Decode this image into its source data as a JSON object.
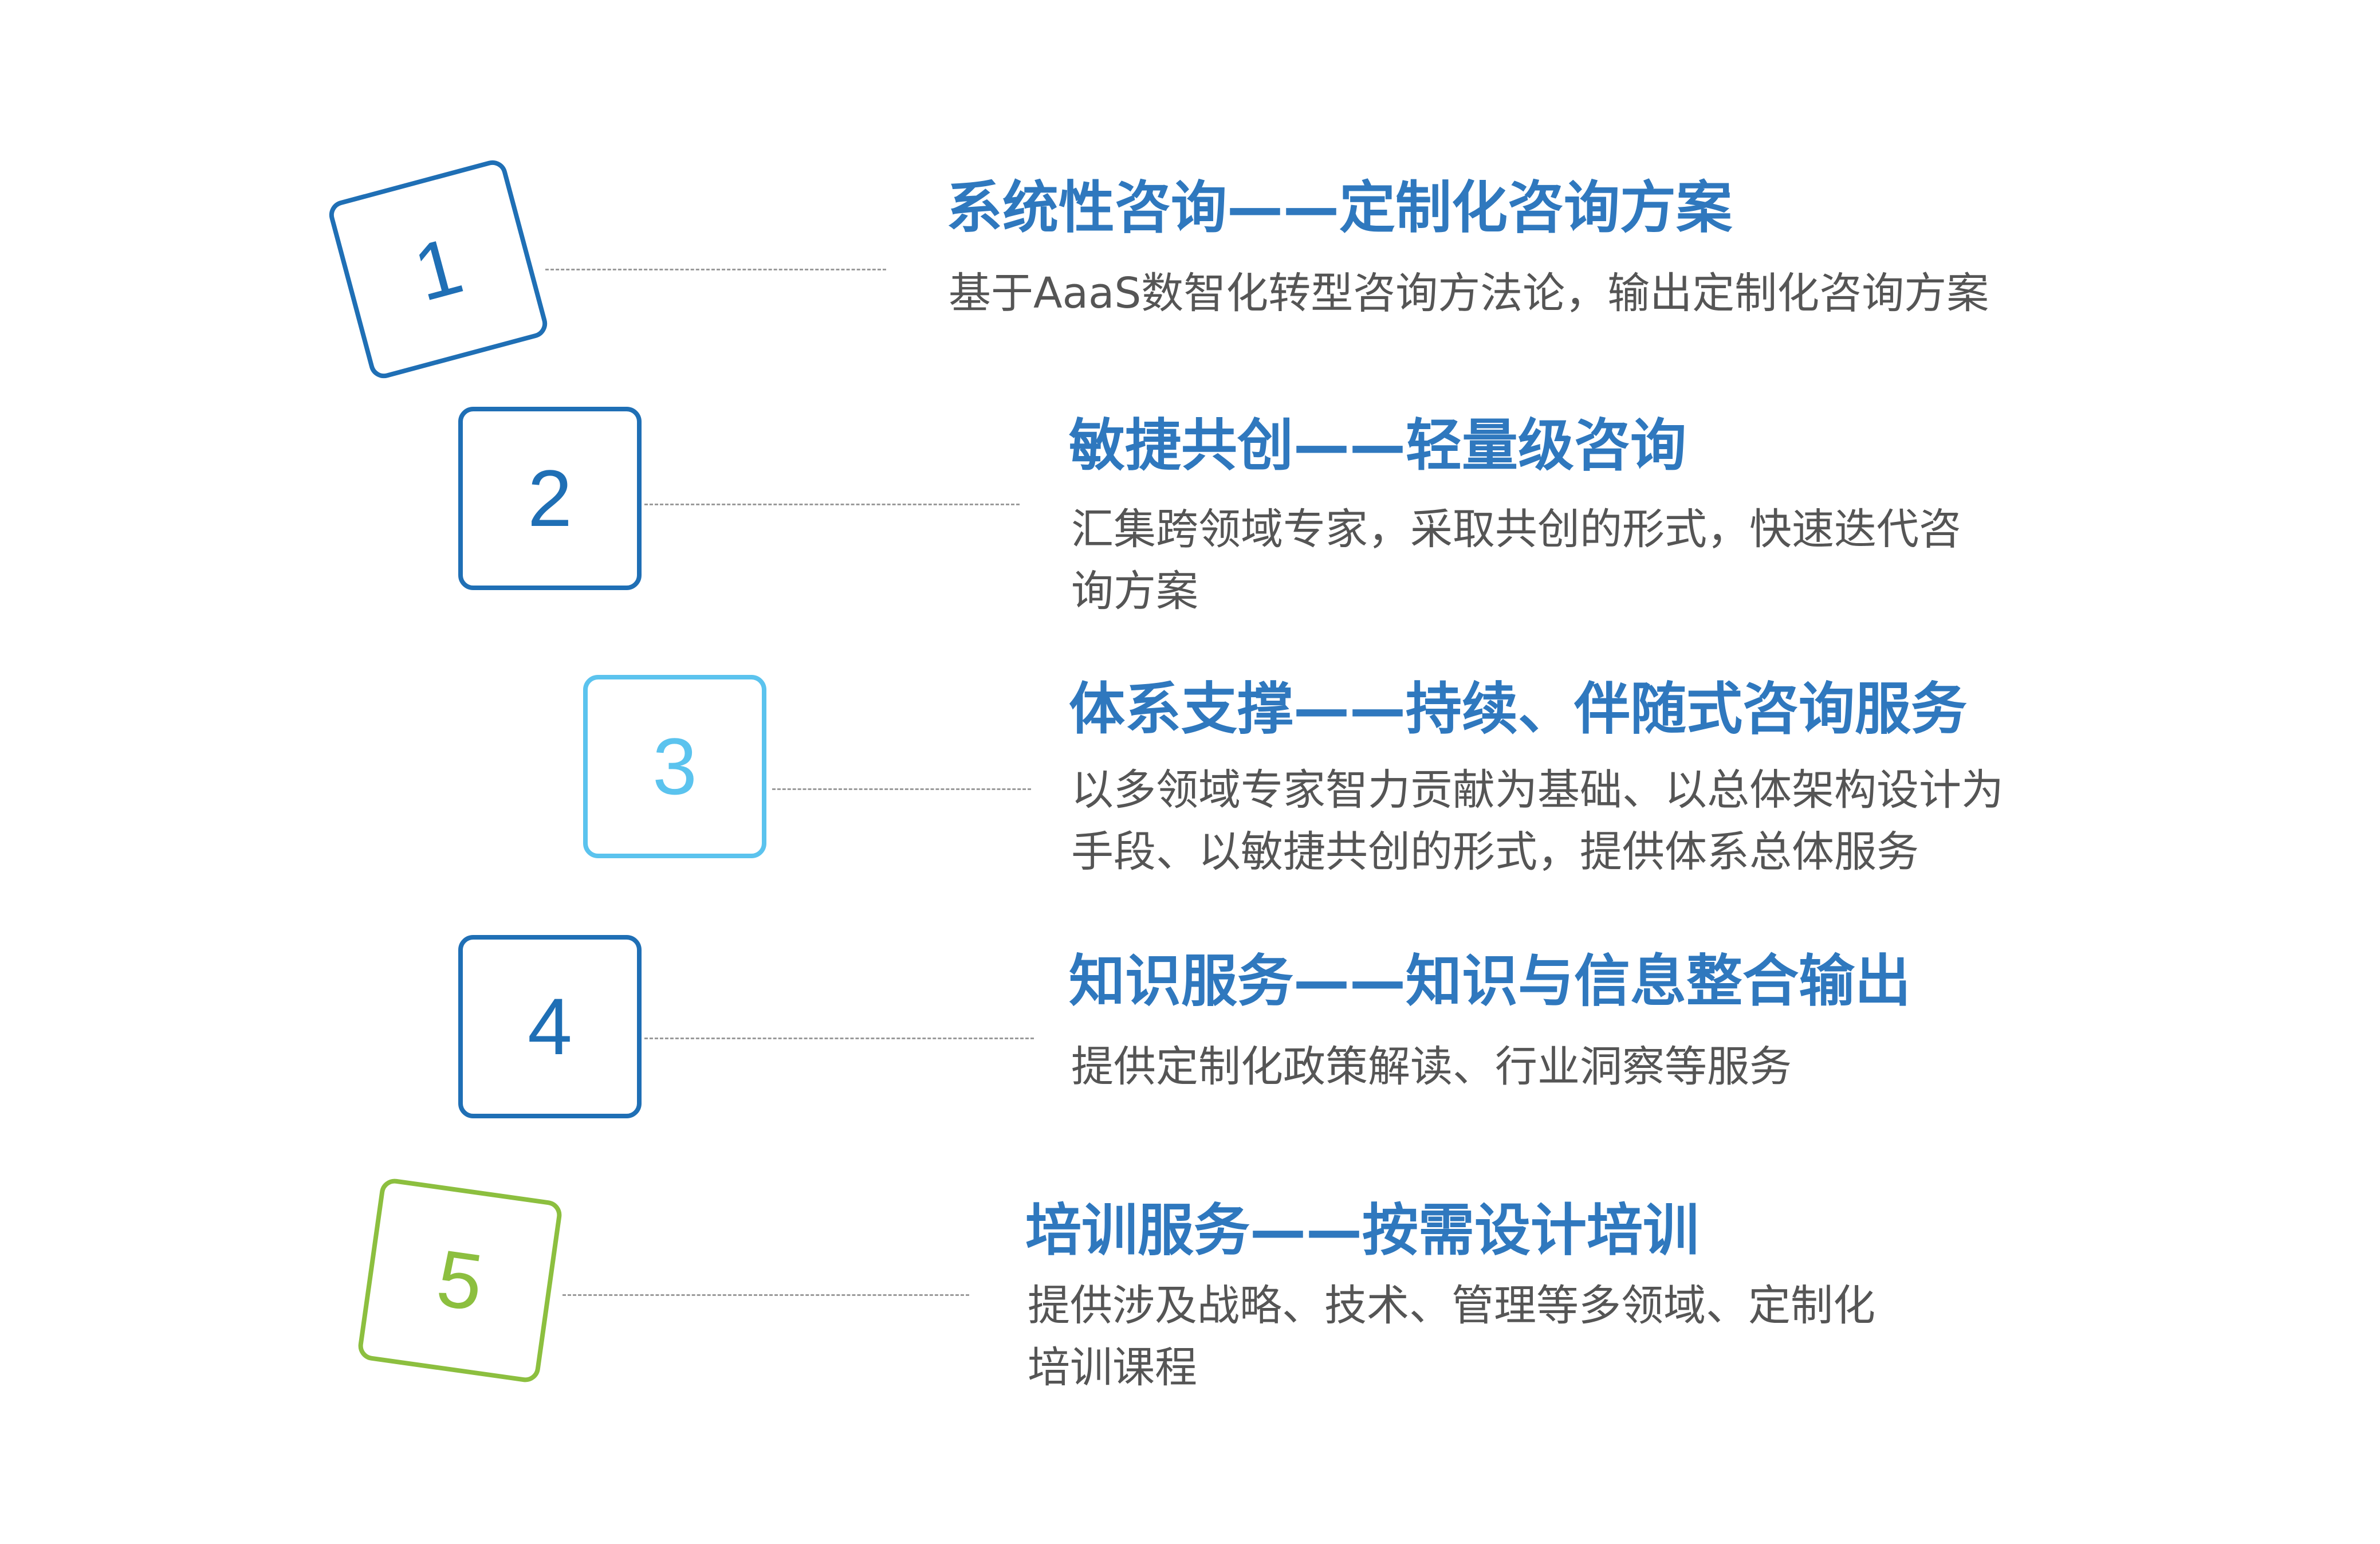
{
  "colors": {
    "dark_blue": "#1f6fb5",
    "light_blue": "#5bc3ee",
    "green": "#8cbf3f",
    "title_blue": "#2f78be",
    "text_gray": "#555555",
    "leader_gray": "#9a9a9a"
  },
  "items": [
    {
      "number": "1",
      "title": "系统性咨询——定制化咨询方案",
      "description": "基于AaaS数智化转型咨询方法论，输出定制化咨询方案"
    },
    {
      "number": "2",
      "title": "敏捷共创——轻量级咨询",
      "description": "汇集跨领域专家，采取共创的形式，快速迭代咨询方案"
    },
    {
      "number": "3",
      "title": "体系支撑——持续、伴随式咨询服务",
      "description": "以多领域专家智力贡献为基础、以总体架构设计为手段、以敏捷共创的形式，提供体系总体服务"
    },
    {
      "number": "4",
      "title": "知识服务——知识与信息整合输出",
      "description": "提供定制化政策解读、行业洞察等服务"
    },
    {
      "number": "5",
      "title": "培训服务——按需设计培训",
      "description": "提供涉及战略、技术、管理等多领域、定制化培训课程"
    }
  ]
}
